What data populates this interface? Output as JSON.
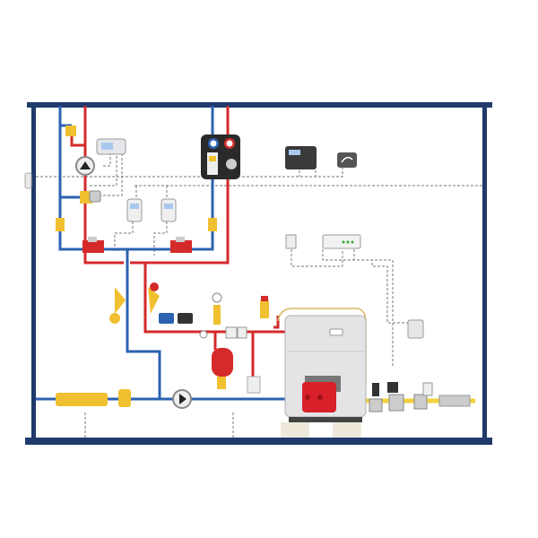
{
  "colors": {
    "frame": "#1f3a6b",
    "supply_pipe": "#d42a2a",
    "return_pipe": "#2c62b0",
    "gas_pipe": "#f2d23a",
    "boiler": "#e4e4e6",
    "burner": "#d8202a",
    "control_wire": "#777777",
    "fitting": "#e8b020"
  },
  "components": [
    "heating-controller",
    "phone-dialer",
    "room-thermostat",
    "boiler",
    "burner",
    "circulation-pump",
    "expansion-tank",
    "pump-station",
    "heat-meter",
    "gas-valve"
  ]
}
